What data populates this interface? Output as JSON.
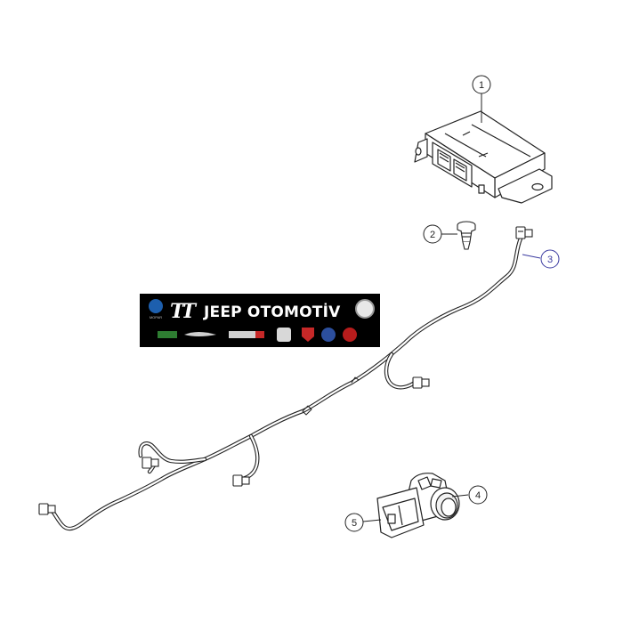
{
  "callouts": {
    "c1": "1",
    "c2": "2",
    "c3": "3",
    "c4": "4",
    "c5": "5"
  },
  "banner": {
    "logo_mark": "TT",
    "title": "JEEP OTOMOTİV",
    "mopar_caption": "MOPAR",
    "brand_logos": [
      "jeep-logo",
      "chrysler-logo",
      "dodge-logo",
      "ram-logo",
      "abarth-logo",
      "lancia-logo",
      "fiat-logo"
    ],
    "colors": {
      "background": "#000000",
      "text": "#ffffff",
      "mopar_blue": "#1d5fae",
      "jeep_green": "#2e7d32",
      "dodge_red": "#c62828",
      "fiat_red": "#b71c1c"
    }
  },
  "highlight_color": "#3a3aa0"
}
